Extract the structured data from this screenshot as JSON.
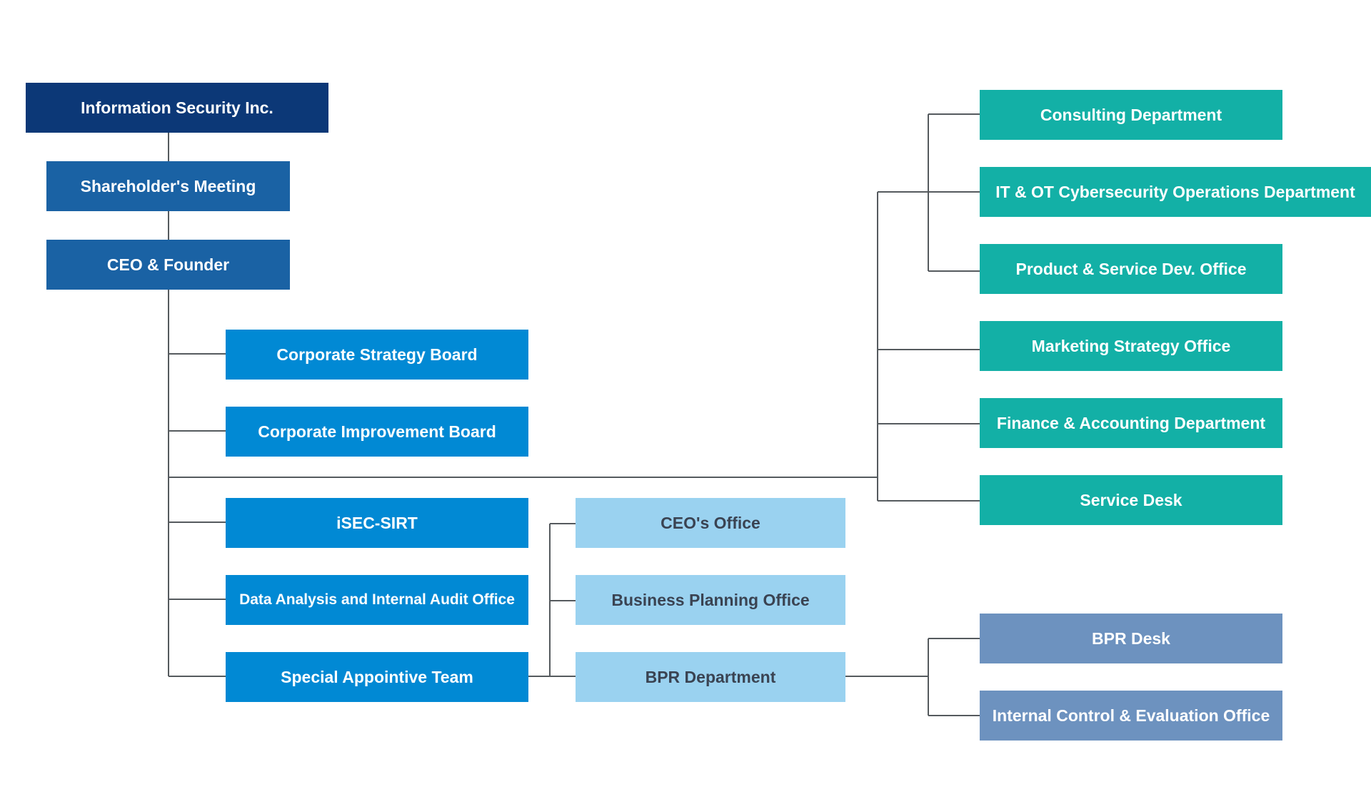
{
  "colors": {
    "top": "#0c3877",
    "executive": "#1a62a4",
    "direct_report": "#0189d4",
    "staff_office": "#9ad2f0",
    "department": "#13b0a6",
    "bpr_unit": "#6d92bf",
    "connector": "#555a5e"
  },
  "org": {
    "company": "Information Security Inc.",
    "shareholders": "Shareholder's Meeting",
    "ceo": "CEO & Founder",
    "direct_reports": [
      "Corporate Strategy Board",
      "Corporate Improvement Board",
      "iSEC-SIRT",
      "Data Analysis and Internal Audit Office",
      "Special Appointive Team"
    ],
    "special_team_units": [
      "CEO's Office",
      "Business Planning Office",
      "BPR Department"
    ],
    "departments": [
      "Consulting Department",
      "IT & OT Cybersecurity Operations Department",
      "Product & Service Dev. Office",
      "Marketing Strategy Office",
      "Finance & Accounting Department",
      "Service Desk"
    ],
    "bpr_units": [
      "BPR Desk",
      "Internal Control & Evaluation Office"
    ]
  }
}
